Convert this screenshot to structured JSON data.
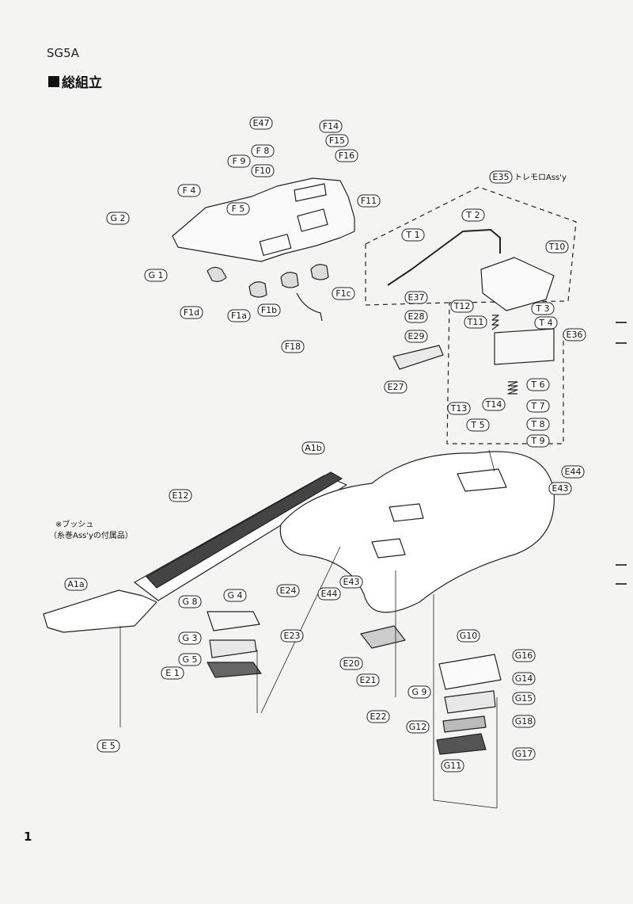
{
  "header": {
    "model": "SG5A",
    "title": "総組立"
  },
  "page_number": "1",
  "parts": {
    "E47": "E47",
    "F14": "F14",
    "F15": "F15",
    "F16": "F16",
    "F8": "F 8",
    "F9": "F 9",
    "F10": "F10",
    "F4": "F 4",
    "F5": "F 5",
    "F11": "F11",
    "G2": "G 2",
    "G1": "G 1",
    "F1d": "F1d",
    "F1a": "F1a",
    "F1b": "F1b",
    "F1c": "F1c",
    "F18": "F18",
    "E35": "E35",
    "T1": "T 1",
    "T2": "T 2",
    "T10": "T10",
    "E37": "E37",
    "T3": "T 3",
    "T12": "T12",
    "T4": "T 4",
    "E28": "E28",
    "T11": "T11",
    "E29": "E29",
    "E36": "E36",
    "E27": "E27",
    "T6": "T 6",
    "T13": "T13",
    "T14": "T14",
    "T7": "T 7",
    "T8": "T 8",
    "T5": "T 5",
    "T9": "T 9",
    "A1b": "A1b",
    "E44a": "E44",
    "E43a": "E43",
    "E12": "E12",
    "A1a": "A1a",
    "E24": "E24",
    "E44b": "E44",
    "E43b": "E43",
    "G8": "G 8",
    "G4": "G 4",
    "E23": "E23",
    "G3": "G 3",
    "G5": "G 5",
    "E1": "E 1",
    "E5": "E 5",
    "E20": "E20",
    "E21": "E21",
    "E22": "E22",
    "G10": "G10",
    "G16": "G16",
    "G14": "G14",
    "G9": "G 9",
    "G15": "G15",
    "G12": "G12",
    "G18": "G18",
    "G11": "G11",
    "G17": "G17"
  },
  "annotations": {
    "tremolo": "トレモロAss'y",
    "bush_line1": "※ブッシュ",
    "bush_line2": "（糸巻Ass'yの付属品）"
  }
}
